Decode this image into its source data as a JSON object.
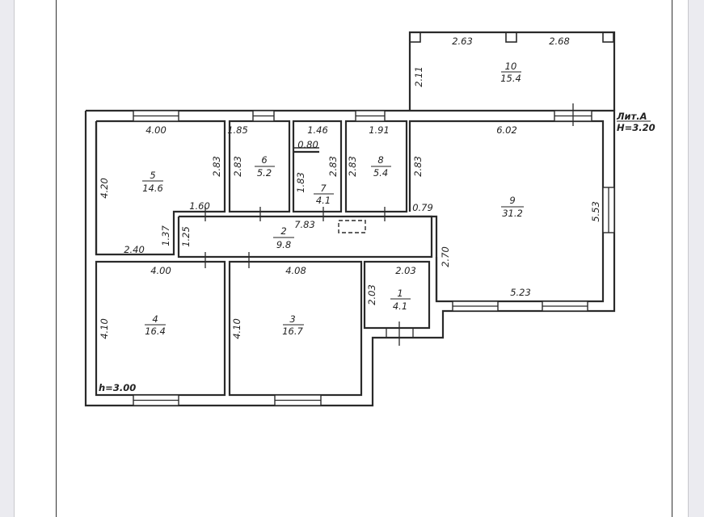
{
  "document": {
    "type": "floor-plan",
    "litera": "Лит.А",
    "height_main": "H=3.20",
    "height_rooms": "h=3.00"
  },
  "rooms": [
    {
      "number": "1",
      "area": "4.1",
      "dims": [
        "2.03",
        "2.03"
      ]
    },
    {
      "number": "2",
      "area": "9.8",
      "dims": [
        "7.83",
        "1.25",
        "1.37",
        "1.60"
      ]
    },
    {
      "number": "3",
      "area": "16.7",
      "dims": [
        "4.08",
        "4.10"
      ]
    },
    {
      "number": "4",
      "area": "16.4",
      "dims": [
        "4.00",
        "4.10"
      ]
    },
    {
      "number": "5",
      "area": "14.6",
      "dims": [
        "4.00",
        "4.20",
        "2.83",
        "2.40"
      ]
    },
    {
      "number": "6",
      "area": "5.2",
      "dims": [
        "1.85",
        "2.83"
      ]
    },
    {
      "number": "7",
      "area": "4.1",
      "dims": [
        "1.46",
        "0.80",
        "1.83",
        "2.83"
      ]
    },
    {
      "number": "8",
      "area": "5.4",
      "dims": [
        "1.91",
        "2.83"
      ]
    },
    {
      "number": "9",
      "area": "31.2",
      "dims": [
        "6.02",
        "2.83",
        "0.79",
        "5.53",
        "2.70",
        "5.23"
      ]
    },
    {
      "number": "10",
      "area": "15.4",
      "dims": [
        "2.63",
        "2.68",
        "2.11"
      ]
    }
  ]
}
